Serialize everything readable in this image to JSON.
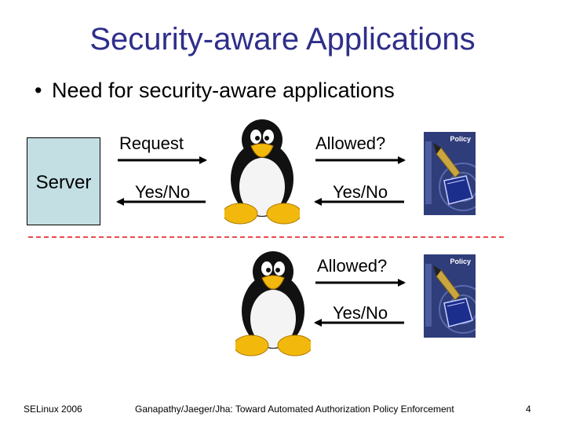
{
  "slide": {
    "title": "Security-aware Applications",
    "bullet": "Need for security-aware applications",
    "server_label": "Server",
    "top_row": {
      "request_label": "Request",
      "yes_no_left": "Yes/No",
      "allowed_label": "Allowed?",
      "yes_no_right": "Yes/No"
    },
    "bottom_row": {
      "allowed_label": "Allowed?",
      "yes_no_label": "Yes/No"
    },
    "policy_book_label": "Policy",
    "footer": {
      "left": "SELinux 2006",
      "center": "Ganapathy/Jaeger/Jha: Toward Automated Authorization Policy Enforcement",
      "page_number": "4"
    }
  },
  "colors": {
    "title": "#2e2e8a",
    "server_fill": "#c3dfe4",
    "divider": "#e84c4c",
    "policy_bg": "#2f3d7a"
  },
  "icons": [
    "penguin-icon",
    "policy-book-icon",
    "arrow-right-icon",
    "arrow-left-icon"
  ]
}
